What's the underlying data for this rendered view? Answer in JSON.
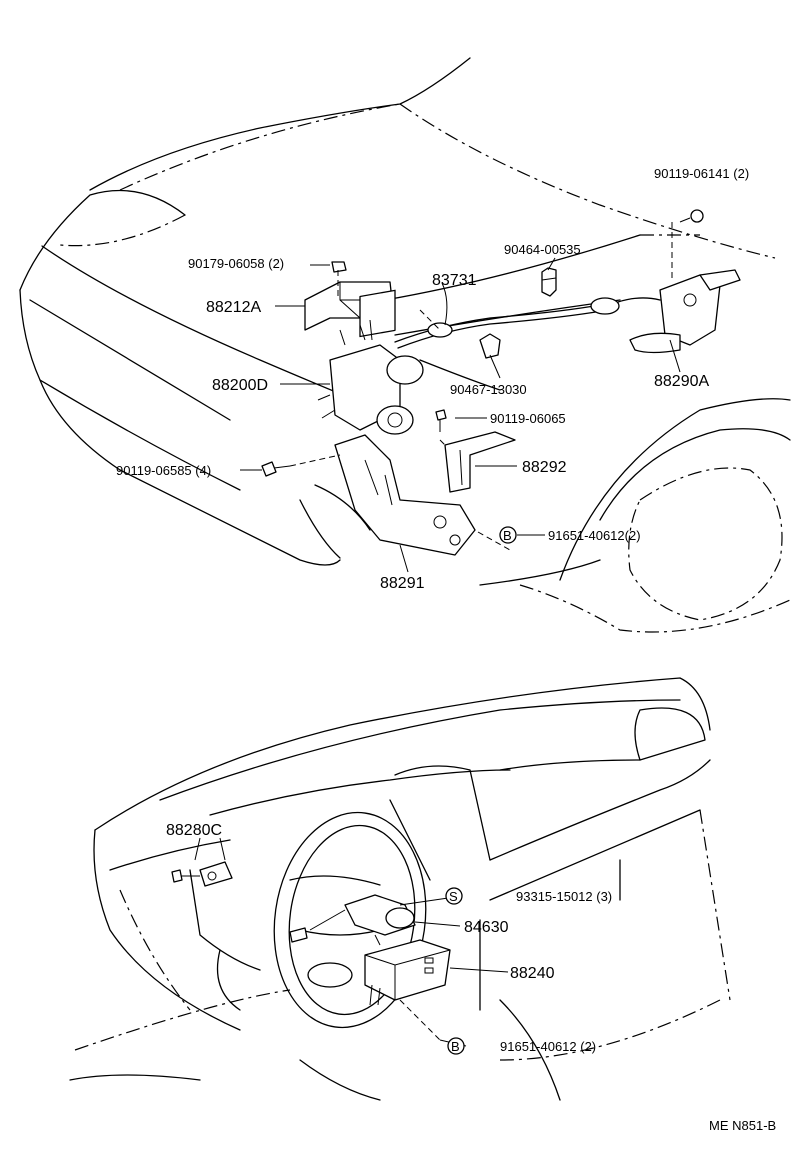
{
  "diagram_code": "ME N851-B",
  "front": {
    "labels": [
      {
        "id": "bolt-top-right",
        "text": "90119-06141 (2)"
      },
      {
        "id": "clamp",
        "text": "90464-00535"
      },
      {
        "id": "nut-top",
        "text": "90179-06058 (2)"
      },
      {
        "id": "cable",
        "text": "83731"
      },
      {
        "id": "bracket-a",
        "text": "88212A"
      },
      {
        "id": "actuator",
        "text": "88200D"
      },
      {
        "id": "clip",
        "text": "90467-13030"
      },
      {
        "id": "sensor",
        "text": "88290A"
      },
      {
        "id": "bolt-mid",
        "text": "90119-06065"
      },
      {
        "id": "bolt-left",
        "text": "90119-06585 (4)"
      },
      {
        "id": "bracket-small",
        "text": "88292"
      },
      {
        "id": "screw-b-front",
        "text": "91651-40612(2)"
      },
      {
        "id": "bracket-base",
        "text": "88291"
      }
    ],
    "callout_b": "B"
  },
  "dash": {
    "labels": [
      {
        "id": "switch",
        "text": "88280C"
      },
      {
        "id": "screw-s",
        "text": "93315-15012 (3)"
      },
      {
        "id": "switch-cruise",
        "text": "84630"
      },
      {
        "id": "ecu",
        "text": "88240"
      },
      {
        "id": "screw-b-dash",
        "text": "91651-40612 (2)"
      }
    ],
    "callout_s": "S",
    "callout_b": "B"
  }
}
